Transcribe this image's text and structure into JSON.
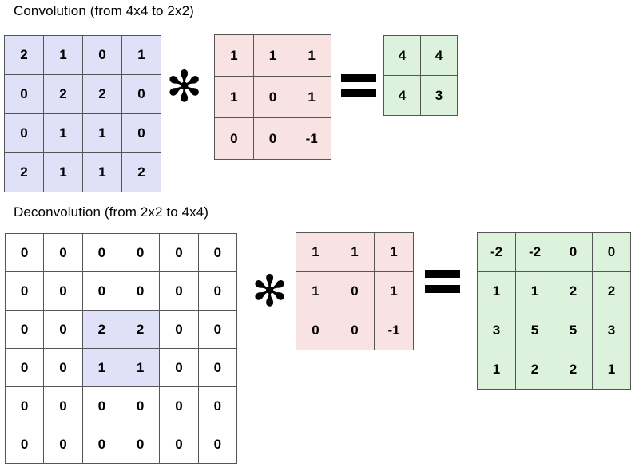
{
  "convolution": {
    "title": "Convolution (from 4x4 to 2x2)",
    "operator_convolve": "✻",
    "operator_equals": "=",
    "input": {
      "rows": [
        [
          "2",
          "1",
          "0",
          "1"
        ],
        [
          "0",
          "2",
          "2",
          "0"
        ],
        [
          "0",
          "1",
          "1",
          "0"
        ],
        [
          "2",
          "1",
          "1",
          "2"
        ]
      ]
    },
    "kernel": {
      "rows": [
        [
          "1",
          "1",
          "1"
        ],
        [
          "1",
          "0",
          "1"
        ],
        [
          "0",
          "0",
          "-1"
        ]
      ]
    },
    "output": {
      "rows": [
        [
          "4",
          "4"
        ],
        [
          "4",
          "3"
        ]
      ]
    }
  },
  "deconvolution": {
    "title": "Deconvolution (from 2x2 to 4x4)",
    "operator_convolve": "✻",
    "operator_equals": "=",
    "input": {
      "rows": [
        [
          "0",
          "0",
          "0",
          "0",
          "0",
          "0"
        ],
        [
          "0",
          "0",
          "0",
          "0",
          "0",
          "0"
        ],
        [
          "0",
          "0",
          "2",
          "2",
          "0",
          "0"
        ],
        [
          "0",
          "0",
          "1",
          "1",
          "0",
          "0"
        ],
        [
          "0",
          "0",
          "0",
          "0",
          "0",
          "0"
        ],
        [
          "0",
          "0",
          "0",
          "0",
          "0",
          "0"
        ]
      ],
      "highlighted_cells": [
        [
          2,
          2
        ],
        [
          2,
          3
        ],
        [
          3,
          2
        ],
        [
          3,
          3
        ]
      ]
    },
    "kernel": {
      "rows": [
        [
          "1",
          "1",
          "1"
        ],
        [
          "1",
          "0",
          "1"
        ],
        [
          "0",
          "0",
          "-1"
        ]
      ]
    },
    "output": {
      "rows": [
        [
          "-2",
          "-2",
          "0",
          "0"
        ],
        [
          "1",
          "1",
          "2",
          "2"
        ],
        [
          "3",
          "5",
          "5",
          "3"
        ],
        [
          "1",
          "2",
          "2",
          "1"
        ]
      ]
    }
  },
  "colors": {
    "input_fill": "#e0e0f8",
    "kernel_fill": "#f9e2e2",
    "output_fill": "#ddf2dd",
    "padding_fill": "#ffffff",
    "border": "#555555",
    "text": "#000000",
    "background": "#ffffff"
  }
}
